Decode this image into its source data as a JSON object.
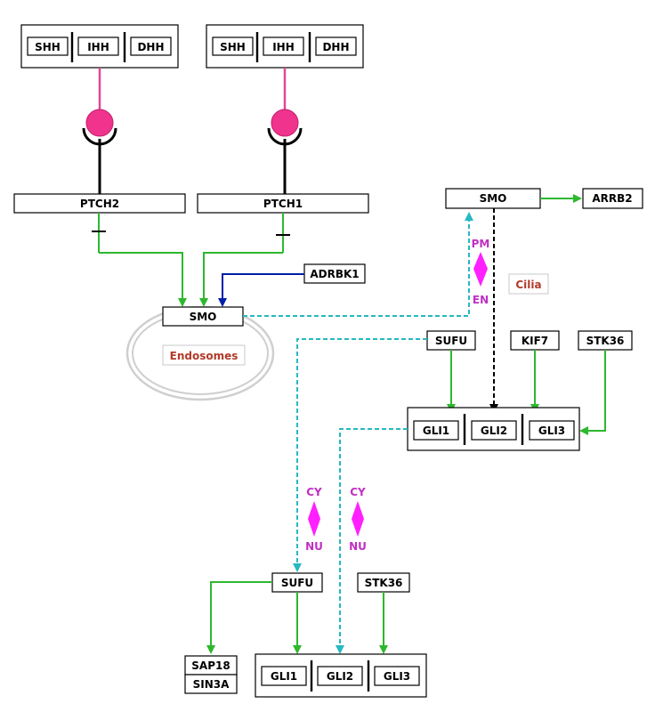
{
  "ligand_groups": [
    {
      "members": [
        "SHH",
        "IHH",
        "DHH"
      ]
    },
    {
      "members": [
        "SHH",
        "IHH",
        "DHH"
      ]
    }
  ],
  "receptors": [
    "PTCH2",
    "PTCH1"
  ],
  "smo_endosome": "SMO",
  "adrbk1": "ADRBK1",
  "endosomes_label": "Endosomes",
  "smo_cilia": "SMO",
  "arrb2": "ARRB2",
  "cilia_label": "Cilia",
  "pm_label": "PM",
  "en_label": "EN",
  "sufu_cilia": "SUFU",
  "kif7": "KIF7",
  "stk36_cilia": "STK36",
  "gli_cilia": [
    "GLI1",
    "GLI2",
    "GLI3"
  ],
  "cy_label_1": "CY",
  "nu_label_1": "NU",
  "cy_label_2": "CY",
  "nu_label_2": "NU",
  "sufu_nucleus": "SUFU",
  "stk36_nucleus": "STK36",
  "sap18": "SAP18",
  "sin3a": "SIN3A",
  "gli_nucleus": [
    "GLI1",
    "GLI2",
    "GLI3"
  ],
  "colors": {
    "activation": "#2db82d",
    "phosphorylation": "#001fa8",
    "translocation": "#27b8c2",
    "ligand_binding": "#e0479a",
    "location_marker": "#ff1fff"
  }
}
